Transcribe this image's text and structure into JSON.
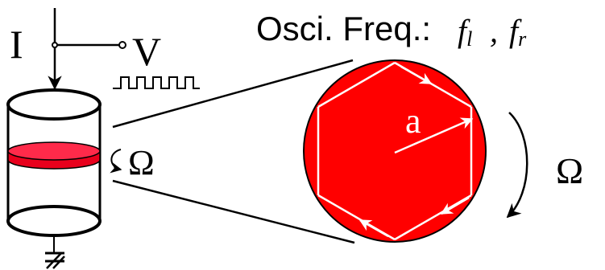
{
  "labels": {
    "current": "I",
    "voltage": "V",
    "omega_left": "Ω",
    "omega_right": "Ω",
    "radius": "a",
    "freq_title": "Osci. Freq.:",
    "freq_left": "f",
    "freq_left_sub": "l",
    "freq_sep": ",",
    "freq_right": "f",
    "freq_right_sub": "r"
  },
  "colors": {
    "disk_fill": "#ff0000",
    "line": "#000000",
    "orbit": "#ffffff",
    "background": "#ffffff"
  }
}
